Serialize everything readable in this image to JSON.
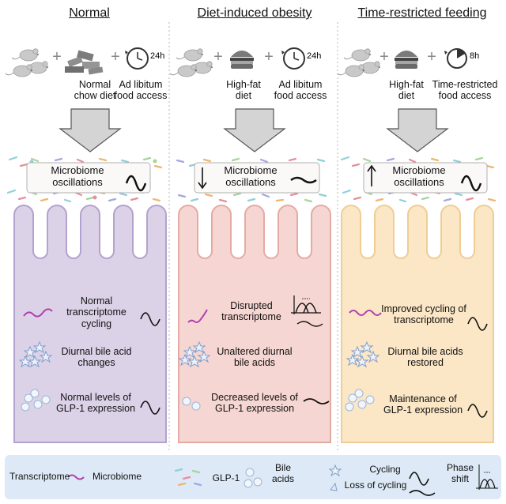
{
  "columns": [
    {
      "title": "Normal",
      "diet_label": "Normal\nchow diet",
      "access_hours": "24h",
      "access_label": "Ad libitum\nfood access",
      "oscillation_label": "Microbiome\noscillations",
      "transcriptome_label": "Normal\ntranscriptome\ncycling",
      "bile_label": "Diurnal bile acid\nchanges",
      "glp_label": "Normal levels of\nGLP-1 expression",
      "colors": {
        "cell_fill": "#dcd2e8",
        "cell_stroke": "#b3a2cf"
      }
    },
    {
      "title": "Diet-induced obesity",
      "diet_label": "High-fat\ndiet",
      "access_hours": "24h",
      "access_label": "Ad libitum\nfood access",
      "oscillation_label": "Microbiome\noscillations",
      "transcriptome_label": "Disrupted\ntranscriptome",
      "bile_label": "Unaltered diurnal\nbile acids",
      "glp_label": "Decreased levels of\nGLP-1 expression",
      "colors": {
        "cell_fill": "#f6d6d2",
        "cell_stroke": "#e6aaa4"
      }
    },
    {
      "title": "Time-restricted feeding",
      "diet_label": "High-fat\ndiet",
      "access_hours": "8h",
      "access_label": "Time-restricted\nfood access",
      "oscillation_label": "Microbiome\noscillations",
      "transcriptome_label": "Improved cycling of\ntranscriptome",
      "bile_label": "Diurnal bile acids\nrestored",
      "glp_label": "Maintenance of\nGLP-1 expression",
      "colors": {
        "cell_fill": "#fbe6c6",
        "cell_stroke": "#efcd95"
      }
    }
  ],
  "legend": {
    "transcriptome": "Transcriptome",
    "microbiome": "Microbiome",
    "glp1": "GLP-1",
    "bile_acids": "Bile\nacids",
    "cycling": "Cycling",
    "loss_of_cycling": "Loss of cycling",
    "phase_shift": "Phase\nshift"
  },
  "colors": {
    "legend_bg": "#dde9f6",
    "mouse": "#c9c9c9",
    "transcriptome": "#b040b0",
    "bile_acid": "#7f9cc9",
    "glp1": "#9ab7d8",
    "arrow": "#d4d4d4"
  },
  "icons": [
    "mouse-icon",
    "chow-icon",
    "burger-icon",
    "clock-icon",
    "down-arrow-icon",
    "microbe-icon",
    "wave-icon",
    "transcript-icon",
    "star-icon",
    "bubble-icon",
    "phase-shift-icon"
  ]
}
